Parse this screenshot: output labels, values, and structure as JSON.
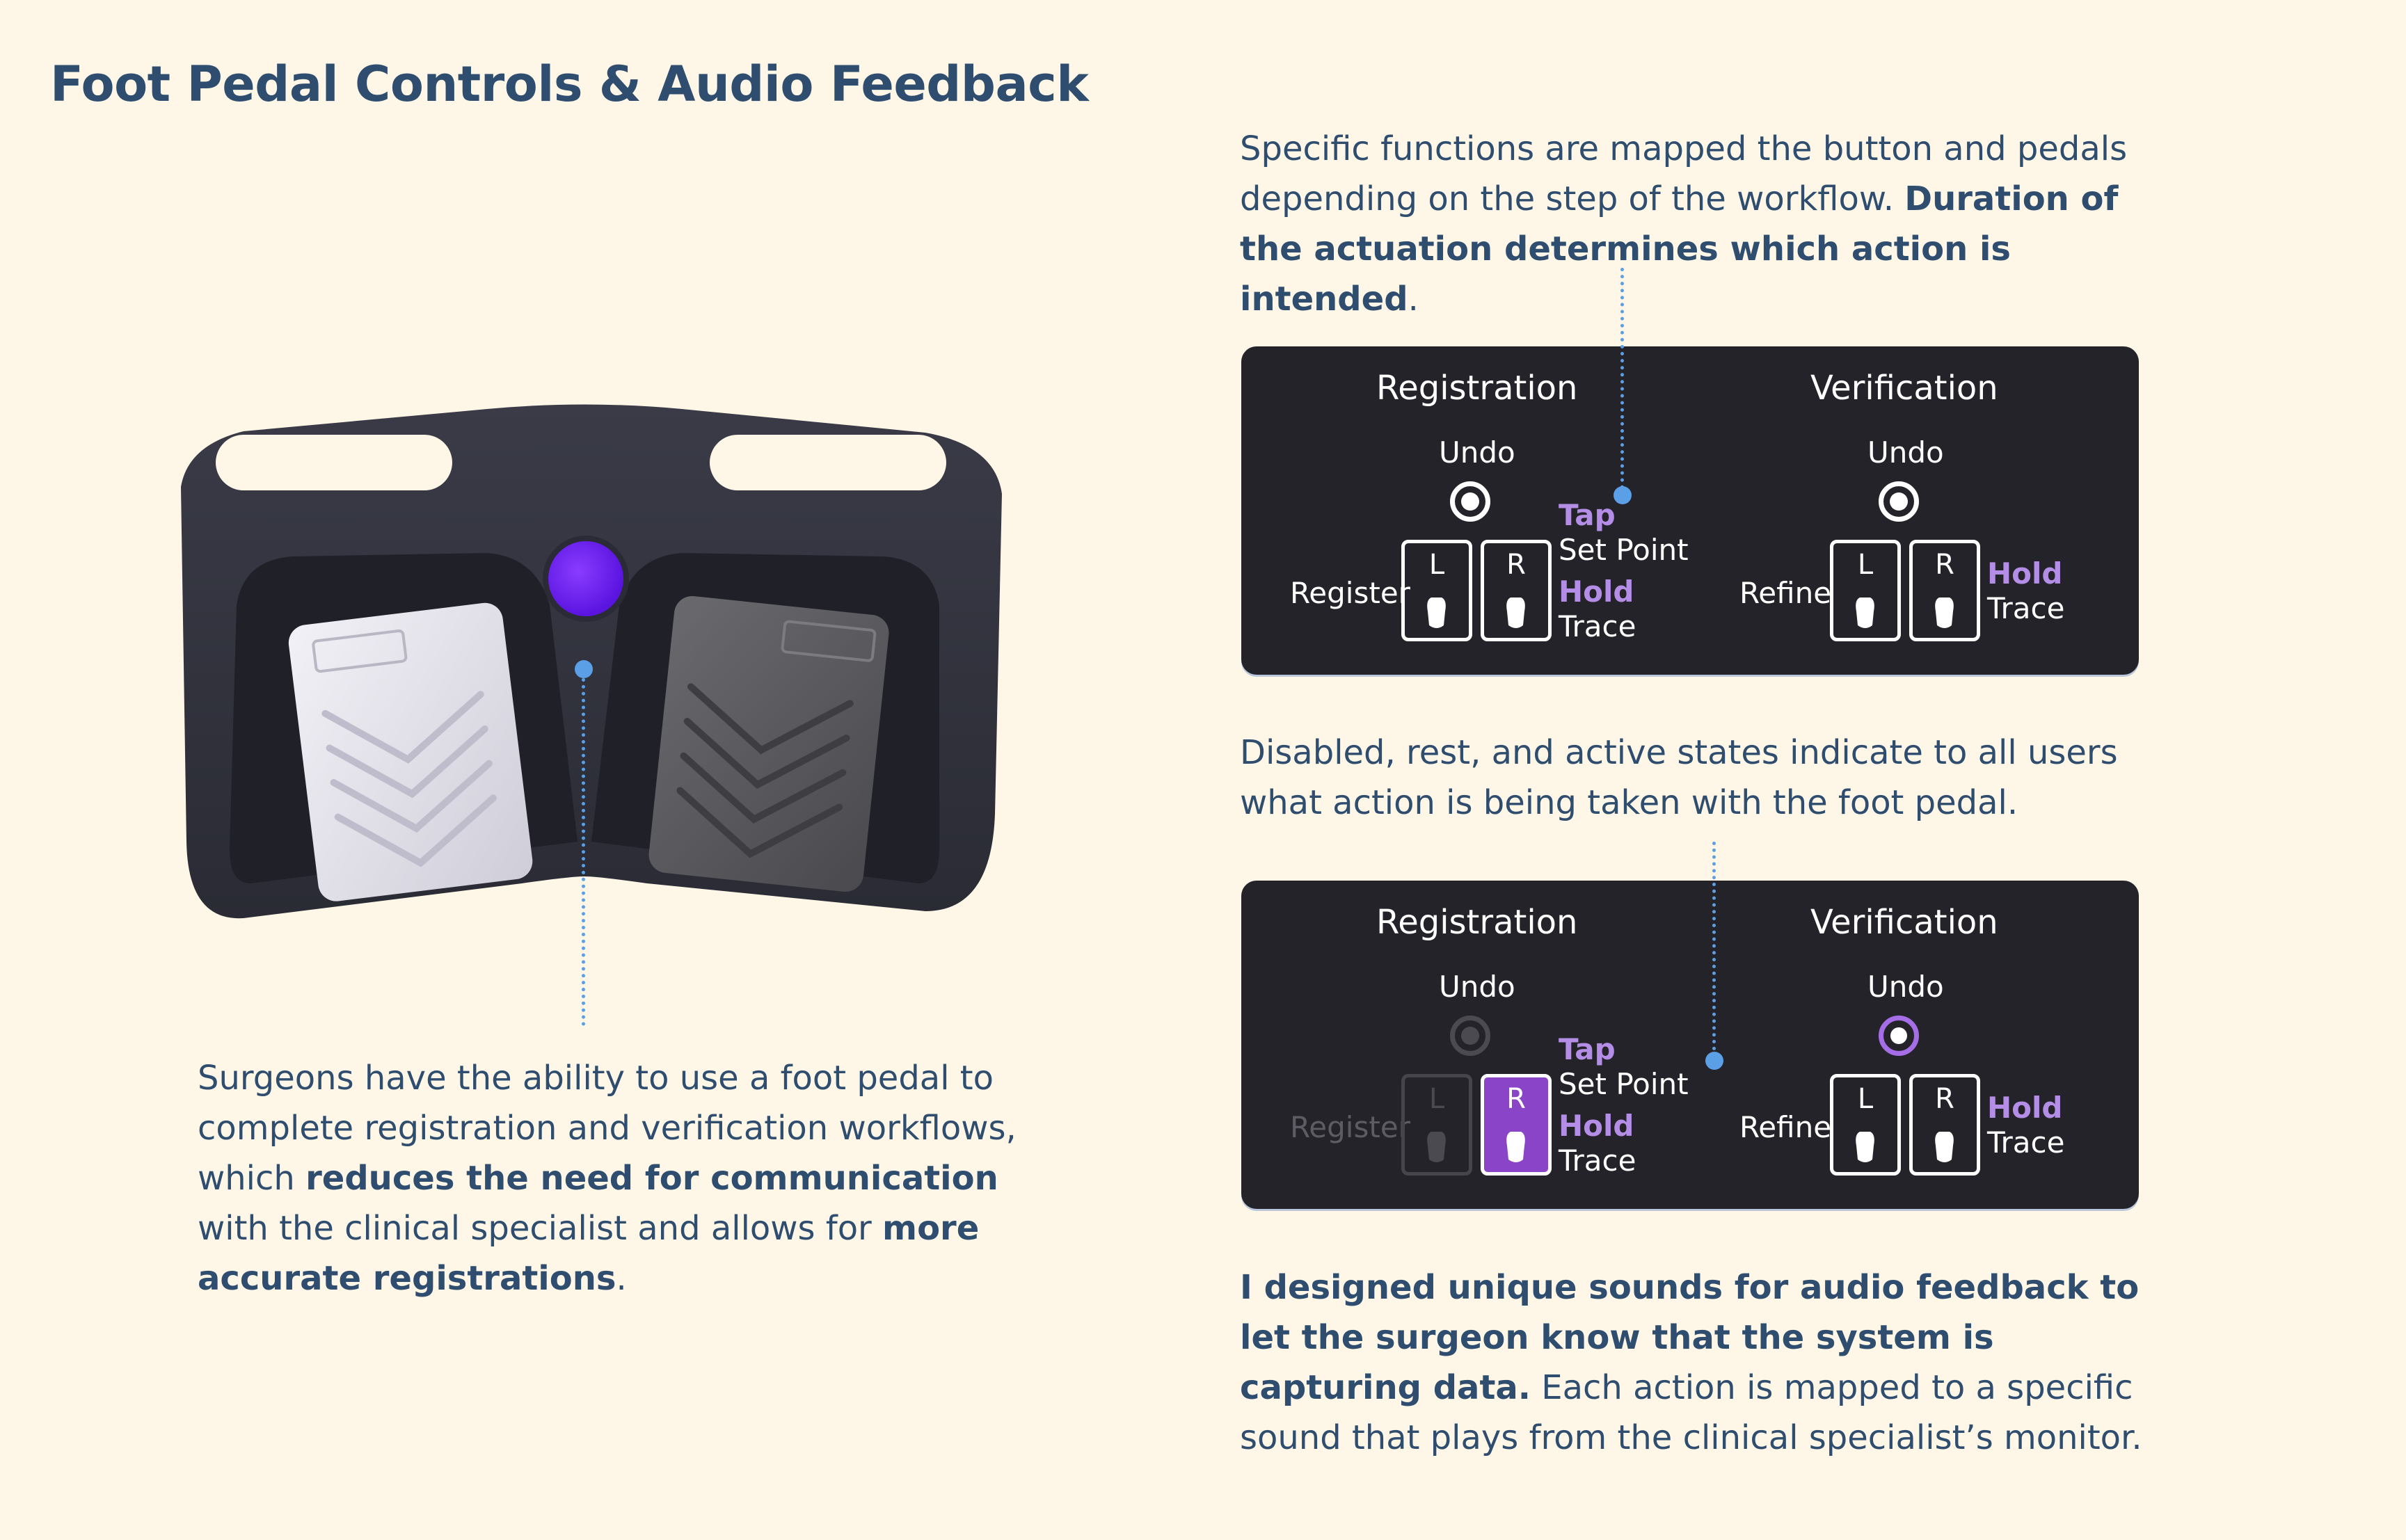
{
  "title": "Foot Pedal Controls & Audio Feedback",
  "intro": {
    "text": "Specific functions are mapped the button and pedals depending on the step of the workflow. ",
    "bold": "Duration of the actuation determines which action is intended",
    "end": "."
  },
  "states_text": "Disabled, rest, and active states indicate to all users what action is being taken with the foot pedal.",
  "audio": {
    "bold": "I designed unique sounds for audio feedback to let the surgeon know that the system is capturing data.",
    "text": " Each action is mapped to a specific sound that plays from the clinical specialist’s monitor."
  },
  "surgeon": {
    "t1": "Surgeons have the ability to use a foot pedal to complete registration and verification workflows, which ",
    "b1": "reduces the need for communication",
    "t2": " with the clinical specialist and allows for ",
    "b2": "more accurate registrations",
    "t3": "."
  },
  "panel": {
    "registration": "Registration",
    "verification": "Verification",
    "undo": "Undo",
    "register": "Register",
    "refine": "Refine",
    "tap": "Tap",
    "set_point": "Set Point",
    "hold": "Hold",
    "trace": "Trace",
    "left": "L",
    "right": "R"
  },
  "colors": {
    "background": "#fef6e7",
    "text": "#2f4d6e",
    "panel": "#25232a",
    "accent_purple": "#8a44c7",
    "label_purple": "#b48ee6",
    "pointer_blue": "#5b9fe6",
    "pedal_button": "#6a1ff0"
  }
}
